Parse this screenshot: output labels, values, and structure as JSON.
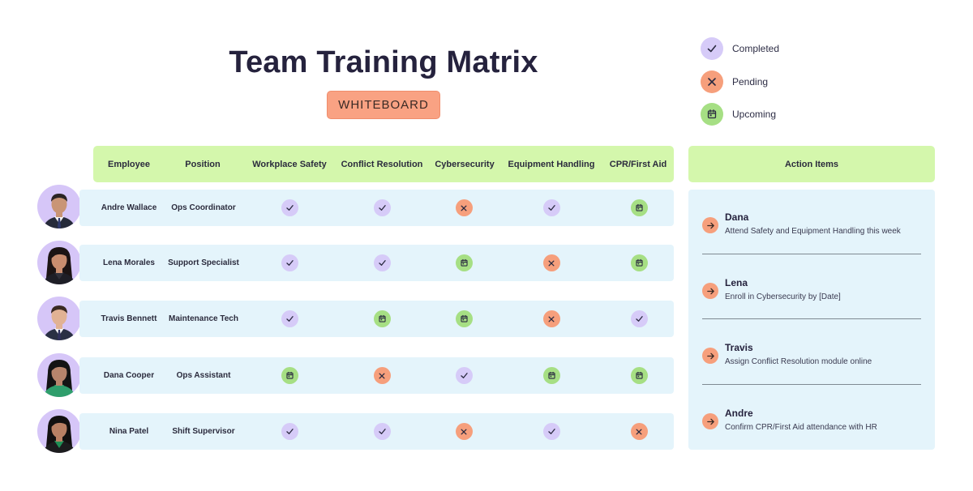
{
  "title": "Team Training Matrix",
  "badge": "WHITEBOARD",
  "colors": {
    "completed": "#d6cbf8",
    "pending": "#f69f7c",
    "upcoming": "#a6df84",
    "header_bar": "#d4f7ac",
    "row_bg": "#e4f4fb"
  },
  "legend": [
    {
      "status": "completed",
      "label": "Completed",
      "icon": "check-icon"
    },
    {
      "status": "pending",
      "label": "Pending",
      "icon": "x-icon"
    },
    {
      "status": "upcoming",
      "label": "Upcoming",
      "icon": "calendar-icon"
    }
  ],
  "columns": [
    "Employee",
    "Position",
    "Workplace Safety",
    "Conflict Resolution",
    "Cybersecurity",
    "Equipment Handling",
    "CPR/First Aid"
  ],
  "rows": [
    {
      "name": "Andre Wallace",
      "position": "Ops Coordinator",
      "statuses": [
        "completed",
        "completed",
        "pending",
        "completed",
        "upcoming"
      ]
    },
    {
      "name": "Lena Morales",
      "position": "Support Specialist",
      "statuses": [
        "completed",
        "completed",
        "upcoming",
        "pending",
        "upcoming"
      ]
    },
    {
      "name": "Travis Bennett",
      "position": "Maintenance Tech",
      "statuses": [
        "completed",
        "upcoming",
        "upcoming",
        "pending",
        "completed"
      ]
    },
    {
      "name": "Dana Cooper",
      "position": "Ops Assistant",
      "statuses": [
        "upcoming",
        "pending",
        "completed",
        "upcoming",
        "upcoming"
      ]
    },
    {
      "name": "Nina Patel",
      "position": "Shift Supervisor",
      "statuses": [
        "completed",
        "completed",
        "pending",
        "completed",
        "pending"
      ]
    }
  ],
  "action_items": {
    "header": "Action Items",
    "items": [
      {
        "name": "Dana",
        "text": "Attend Safety and Equipment Handling this week"
      },
      {
        "name": "Lena",
        "text": "Enroll in Cybersecurity by [Date]"
      },
      {
        "name": "Travis",
        "text": "Assign Conflict Resolution module online"
      },
      {
        "name": "Andre",
        "text": "Confirm CPR/First Aid attendance with HR"
      }
    ]
  }
}
